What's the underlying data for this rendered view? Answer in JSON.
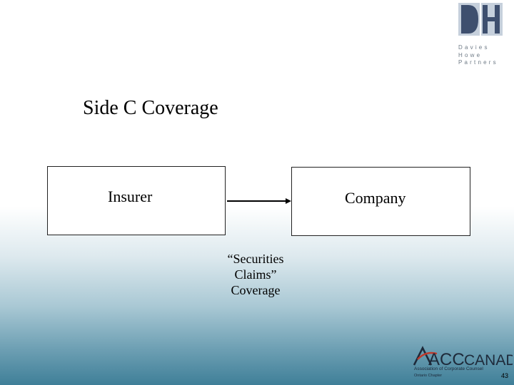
{
  "logo_top": {
    "lines": [
      "Davies",
      "Howe",
      "Partners"
    ],
    "colors": {
      "light": "#c6d0dc",
      "dark": "#3e4f6e",
      "text": "#6e7a86"
    }
  },
  "title": "Side C Coverage",
  "diagram": {
    "source_box": "Insurer",
    "target_box": "Company",
    "arrow_label": [
      "“Securities",
      "Claims”",
      "Coverage"
    ]
  },
  "logo_bottom": {
    "name_prefix": "ACC",
    "name_suffix": "CANADA",
    "subtitle": "Association of Corporate Counsel",
    "chapter": "Ontario Chapter",
    "accent_color": "#c0392b"
  },
  "page_number": "43"
}
